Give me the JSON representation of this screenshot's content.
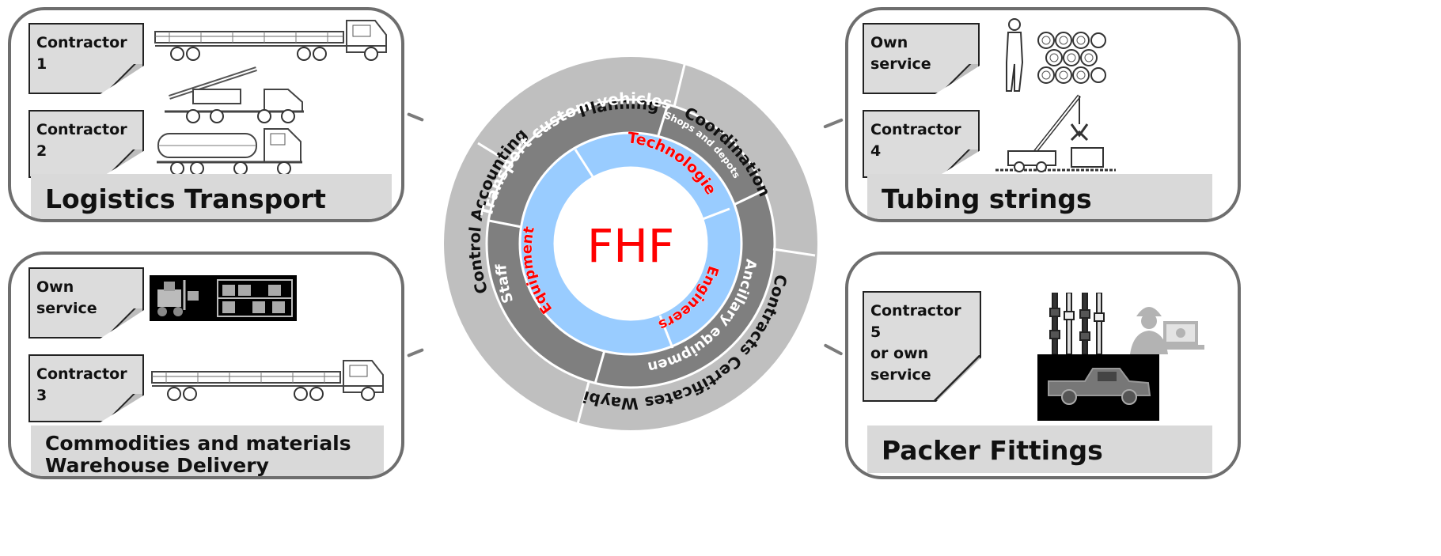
{
  "center": {
    "label": "FHF",
    "ring_outer": {
      "segments": [
        "Planning",
        "Coordination",
        "Contracts Certificates Waybills",
        "Control Accounting"
      ]
    },
    "ring_middle": {
      "segments": [
        "Transport  custom vehicles",
        "Shops and depots",
        "Ancillary equipment",
        "Staff"
      ]
    },
    "ring_inner": {
      "segments": [
        "Technologies",
        "Engineers",
        "Equipment"
      ]
    }
  },
  "panels": {
    "logistics": {
      "title": "Logistics Transport",
      "notes": [
        "Contractor 1",
        "Contractor 2"
      ]
    },
    "warehouse": {
      "title_line1": "Commodities and materials",
      "title_line2": "Warehouse Delivery",
      "notes": [
        "Own service",
        "Contractor 3"
      ]
    },
    "tubing": {
      "title": "Tubing strings",
      "notes": [
        "Own service",
        "Contractor 4"
      ]
    },
    "packer": {
      "title": "Packer Fittings",
      "note_lines": [
        "Contractor 5",
        "or own",
        "service"
      ]
    }
  },
  "colors": {
    "outer_ring": "#bfbfbf",
    "middle_ring": "#7f7f7f",
    "inner_ring": "#99ccff",
    "center_text": "#ff0000",
    "inner_text": "#ff0000"
  },
  "icons": [
    "flatbed-truck-icon",
    "crane-truck-icon",
    "tanker-truck-icon",
    "forklift-icon",
    "pipe-stack-icon",
    "tubing-crane-icon",
    "packer-tool-icon",
    "pickup-truck-icon",
    "engineer-laptop-icon"
  ]
}
